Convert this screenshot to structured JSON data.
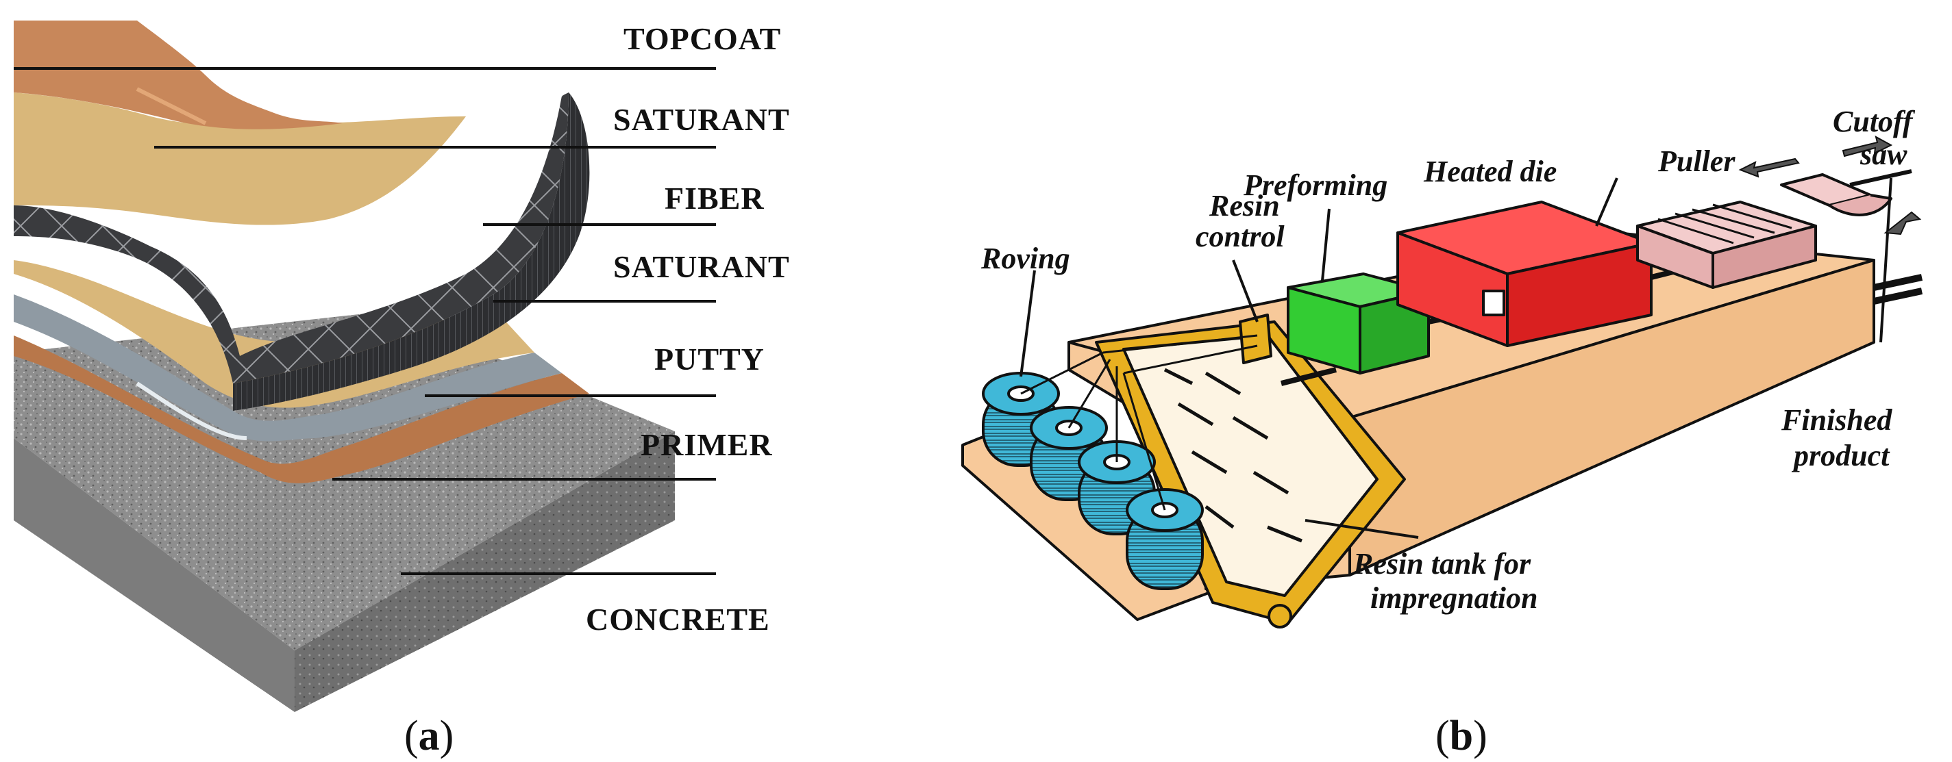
{
  "panel_a": {
    "labels": {
      "topcoat": "TOPCOAT",
      "saturant_top": "SATURANT",
      "fiber": "FIBER",
      "saturant_bottom": "SATURANT",
      "putty": "PUTTY",
      "primer": "PRIMER",
      "concrete": "CONCRETE"
    },
    "caption": {
      "open": "(",
      "letter": "a",
      "close": ")"
    }
  },
  "panel_b": {
    "labels": {
      "roving": "Roving",
      "resin_control_1": "Resin",
      "resin_control_2": "control",
      "preforming": "Preforming",
      "heated_die": "Heated die",
      "puller": "Puller",
      "cutoff_1": "Cutoff",
      "cutoff_2": "saw",
      "finished_1": "Finished",
      "finished_2": "product",
      "resin_tank_1": "Resin tank for",
      "resin_tank_2": "impregnation"
    },
    "caption": {
      "open": "(",
      "letter": "b",
      "close": ")"
    }
  },
  "colors": {
    "topcoat": "#c8875a",
    "saturant": "#d9b77a",
    "fiber": "#3a3b3e",
    "putty": "#8f9aa3",
    "primer": "#b8774a",
    "concrete": "#8c8c8c",
    "machine_bed": "#f7c99a",
    "heated_die": "#f23a3a",
    "preformer": "#33cc33",
    "puller": "#f3cccc",
    "resin_tank": "#e8b020",
    "roving": "#40b8d8"
  }
}
